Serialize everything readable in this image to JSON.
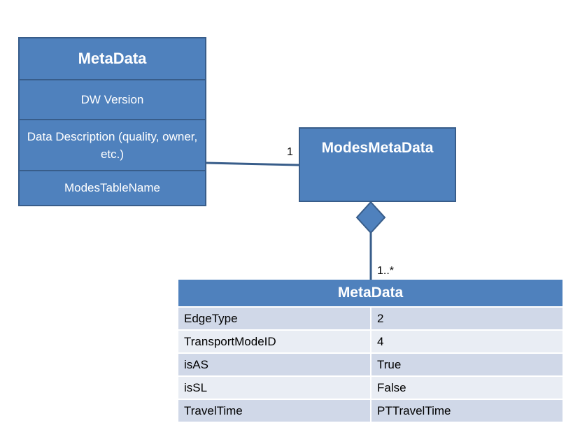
{
  "left_class": {
    "title": "MetaData",
    "sections": [
      "DW Version",
      "Data Description (quality, owner, etc.)",
      "ModesTableName"
    ]
  },
  "right_class": {
    "title": "ModesMetaData"
  },
  "association": {
    "multiplicity_right": "1"
  },
  "composition": {
    "multiplicity_bottom": "1..*"
  },
  "table": {
    "title": "MetaData",
    "rows": [
      {
        "key": "EdgeType",
        "value": "2"
      },
      {
        "key": "TransportModeID",
        "value": "4"
      },
      {
        "key": "isAS",
        "value": "True"
      },
      {
        "key": "isSL",
        "value": "False"
      },
      {
        "key": "TravelTime",
        "value": "PTTravelTime"
      }
    ]
  },
  "colors": {
    "class_fill": "#4f81bd",
    "class_border": "#385d8a",
    "row_dark": "#d0d8e8",
    "row_light": "#e9edf4"
  }
}
